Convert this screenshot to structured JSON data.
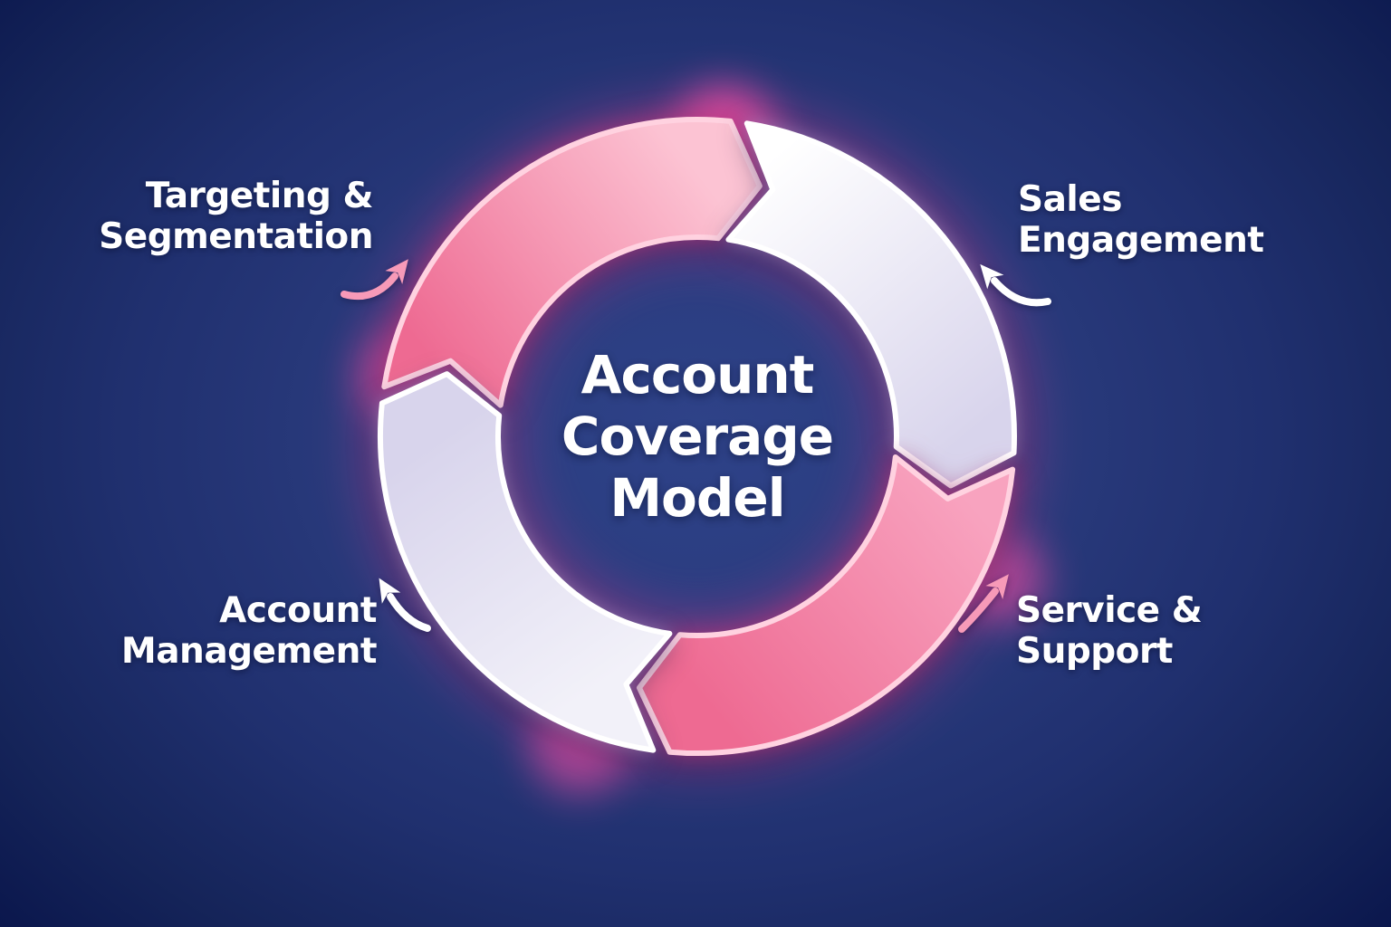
{
  "diagram": {
    "title": {
      "line1": "Account",
      "line2": "Coverage",
      "line3": "Model"
    },
    "segments": [
      {
        "id": "targeting-segmentation",
        "label_line1": "Targeting &",
        "label_line2": "Segmentation",
        "color": "pink"
      },
      {
        "id": "sales-engagement",
        "label_line1": "Sales",
        "label_line2": "Engagement",
        "color": "white"
      },
      {
        "id": "service-support",
        "label_line1": "Service &",
        "label_line2": "Support",
        "color": "pink"
      },
      {
        "id": "account-management",
        "label_line1": "Account",
        "label_line2": "Management",
        "color": "white"
      }
    ],
    "palette": {
      "background_center": "#2e4288",
      "background_edge": "#05103f",
      "pink_light": "#fcc3d3",
      "pink_mid": "#f8a3bf",
      "pink_deep": "#ee6a92",
      "pink_stroke": "#ffd2e0",
      "white_light": "#ffffff",
      "white_deep": "#d8d4ec",
      "glow_magenta": "#e23a8f",
      "glow_hotspot": "#ff4fa8",
      "arrow_pink": "#f79ab8",
      "arrow_white": "#ffffff",
      "text": "#ffffff"
    }
  }
}
